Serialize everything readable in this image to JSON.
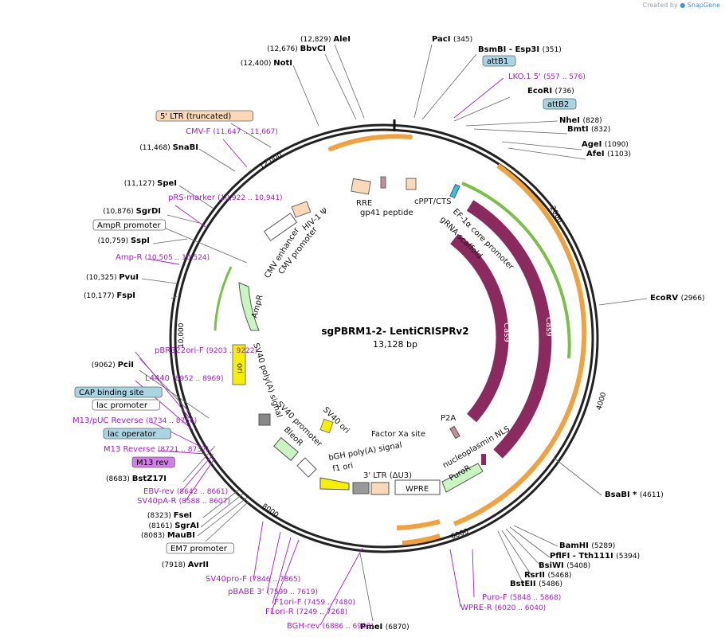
{
  "brand": {
    "prefix": "Created by",
    "logo": "SnapGene"
  },
  "plasmid": {
    "name": "sgPBRM1-2- LentiCRISPRv2",
    "size": "13,128 bp",
    "total_bp": 13128
  },
  "ring_ticks": [
    "2000",
    "4000",
    "6000",
    "8000",
    "10,000",
    "12,000"
  ],
  "sites": [
    {
      "name": "AleI",
      "pos": "(12,829)",
      "kind": "enzyme"
    },
    {
      "name": "BbvCI",
      "pos": "(12,676)",
      "kind": "enzyme"
    },
    {
      "name": "NotI",
      "pos": "(12,400)",
      "kind": "enzyme"
    },
    {
      "name": "PacI",
      "pos": "(345)",
      "kind": "enzyme"
    },
    {
      "name": "BsmBI   - Esp3I",
      "pos": "(351)",
      "kind": "enzyme"
    },
    {
      "name": "attB1",
      "pos": "",
      "kind": "box-blue"
    },
    {
      "name": "LKO.1 5'",
      "pos": "(557 .. 576)",
      "kind": "primer"
    },
    {
      "name": "EcoRI",
      "pos": "(736)",
      "kind": "enzyme"
    },
    {
      "name": "attB2",
      "pos": "",
      "kind": "box-blue"
    },
    {
      "name": "NheI",
      "pos": "(828)",
      "kind": "enzyme"
    },
    {
      "name": "BmtI",
      "pos": "(832)",
      "kind": "enzyme"
    },
    {
      "name": "AgeI",
      "pos": "(1090)",
      "kind": "enzyme"
    },
    {
      "name": "AfeI",
      "pos": "(1103)",
      "kind": "enzyme"
    },
    {
      "name": "EcoRV",
      "pos": "(2966)",
      "kind": "enzyme"
    },
    {
      "name": "BsaBI *",
      "pos": "(4611)",
      "kind": "enzyme"
    },
    {
      "name": "BamHI",
      "pos": "(5289)",
      "kind": "enzyme"
    },
    {
      "name": "PflFI   - Tth111I",
      "pos": "(5394)",
      "kind": "enzyme"
    },
    {
      "name": "BsiWI",
      "pos": "(5408)",
      "kind": "enzyme"
    },
    {
      "name": "RsrII",
      "pos": "(5468)",
      "kind": "enzyme"
    },
    {
      "name": "BstEII",
      "pos": "(5486)",
      "kind": "enzyme"
    },
    {
      "name": "Puro-F",
      "pos": "(5848 .. 5868)",
      "kind": "primer"
    },
    {
      "name": "WPRE-R",
      "pos": "(6020 .. 6040)",
      "kind": "primer"
    },
    {
      "name": "PmeI",
      "pos": "(6870)",
      "kind": "enzyme"
    },
    {
      "name": "BGH-rev",
      "pos": "(6886 .. 6903)",
      "kind": "primer"
    },
    {
      "name": "F1ori-R",
      "pos": "(7249 .. 7268)",
      "kind": "primer"
    },
    {
      "name": "F1ori-F",
      "pos": "(7459 .. 7480)",
      "kind": "primer"
    },
    {
      "name": "pBABE 3'",
      "pos": "(7599 .. 7619)",
      "kind": "primer"
    },
    {
      "name": "SV40pro-F",
      "pos": "(7846 .. 7865)",
      "kind": "primer"
    },
    {
      "name": "AvrII",
      "pos": "(7918)",
      "kind": "enzyme"
    },
    {
      "name": "EM7 promoter",
      "pos": "",
      "kind": "box-white"
    },
    {
      "name": "MauBI",
      "pos": "(8083)",
      "kind": "enzyme"
    },
    {
      "name": "SgrAI",
      "pos": "(8161)",
      "kind": "enzyme"
    },
    {
      "name": "FseI",
      "pos": "(8323)",
      "kind": "enzyme"
    },
    {
      "name": "SV40pA-R",
      "pos": "(8588 .. 8607)",
      "kind": "primer"
    },
    {
      "name": "EBV-rev",
      "pos": "(8642 .. 8661)",
      "kind": "primer"
    },
    {
      "name": "BstZ17I",
      "pos": "(8683)",
      "kind": "enzyme"
    },
    {
      "name": "M13 rev",
      "pos": "",
      "kind": "box-purple"
    },
    {
      "name": "M13 Reverse",
      "pos": "(8721 .. 8737)",
      "kind": "primer"
    },
    {
      "name": "lac operator",
      "pos": "",
      "kind": "box-blue"
    },
    {
      "name": "M13/pUC Reverse",
      "pos": "(8734 .. 8756)",
      "kind": "primer"
    },
    {
      "name": "lac promoter",
      "pos": "",
      "kind": "box-white"
    },
    {
      "name": "CAP binding site",
      "pos": "",
      "kind": "box-blue"
    },
    {
      "name": "L4440",
      "pos": "(8952 .. 8969)",
      "kind": "primer"
    },
    {
      "name": "PciI",
      "pos": "(9062)",
      "kind": "enzyme"
    },
    {
      "name": "pBR322ori-F",
      "pos": "(9203 .. 9222)",
      "kind": "primer"
    },
    {
      "name": "FspI",
      "pos": "(10,177)",
      "kind": "enzyme"
    },
    {
      "name": "PvuI",
      "pos": "(10,325)",
      "kind": "enzyme"
    },
    {
      "name": "Amp-R",
      "pos": "(10,505 .. 10,524)",
      "kind": "primer"
    },
    {
      "name": "SspI",
      "pos": "(10,759)",
      "kind": "enzyme"
    },
    {
      "name": "AmpR promoter",
      "pos": "",
      "kind": "box-white"
    },
    {
      "name": "SgrDI",
      "pos": "(10,876)",
      "kind": "enzyme"
    },
    {
      "name": "pRS-marker",
      "pos": "(10,922 .. 10,941)",
      "kind": "primer"
    },
    {
      "name": "SpeI",
      "pos": "(11,127)",
      "kind": "enzyme"
    },
    {
      "name": "SnaBI",
      "pos": "(11,468)",
      "kind": "enzyme"
    },
    {
      "name": "CMV-F",
      "pos": "(11,647 .. 11,667)",
      "kind": "primer"
    },
    {
      "name": "5' LTR (truncated)",
      "pos": "",
      "kind": "box-orange"
    }
  ],
  "features": [
    {
      "label": "RRE"
    },
    {
      "label": "gp41 peptide"
    },
    {
      "label": "cPPT/CTS"
    },
    {
      "label": "EF-1α core promoter"
    },
    {
      "label": "gRNA scaffold"
    },
    {
      "label": "HIV-1 Ψ"
    },
    {
      "label": "CMV promoter"
    },
    {
      "label": "CMV enhancer"
    },
    {
      "label": "AmpR"
    },
    {
      "label": "ori"
    },
    {
      "label": "SV40 poly(A) signal"
    },
    {
      "label": "SV40 promoter"
    },
    {
      "label": "BleoR"
    },
    {
      "label": "SV40 ori"
    },
    {
      "label": "f1 ori"
    },
    {
      "label": "bGH poly(A) signal"
    },
    {
      "label": "3' LTR (ΔU3)"
    },
    {
      "label": "WPRE"
    },
    {
      "label": "PuroR"
    },
    {
      "label": "nucleoplasmin NLS"
    },
    {
      "label": "P2A"
    },
    {
      "label": "Factor Xa site"
    },
    {
      "label": "Cas9"
    },
    {
      "label": "Cas9"
    }
  ],
  "colors": {
    "enzyme": "#000000",
    "primer": "#a020d0",
    "box_blue": "#a9d4e2",
    "box_white": "#ffffff",
    "box_purple": "#d27de8",
    "box_orange": "#fbd9b6",
    "cas9": "#8a2a5e",
    "orf_green": "#c8f5c0",
    "ori_yellow": "#f6ef00",
    "orange_arc": "#f2a23c",
    "green_arc": "#7ac045"
  }
}
